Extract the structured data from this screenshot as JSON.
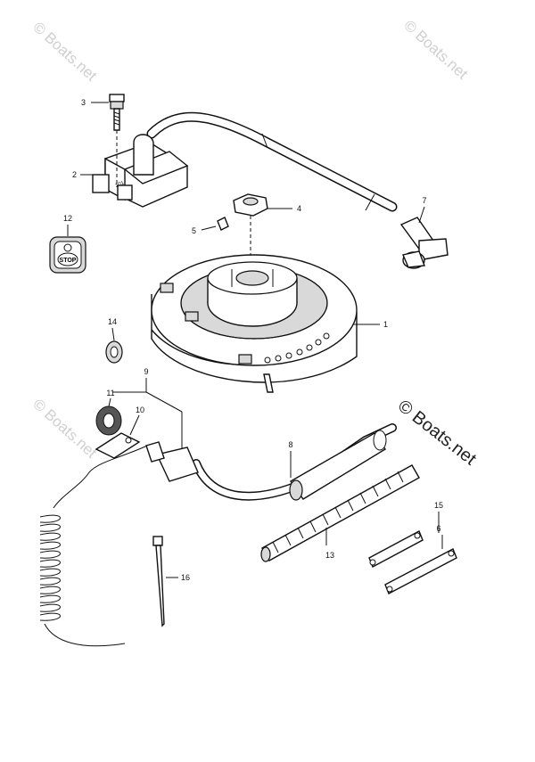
{
  "watermarks": {
    "top_left": "© Boats.net",
    "top_right": "© Boats.net",
    "mid_left": "© Boats.net",
    "mid_right": "© Boats.net"
  },
  "stop_plate_text": "STOP",
  "callouts": {
    "c1": "1",
    "c2": "2",
    "c3": "3",
    "c4": "4",
    "c5": "5",
    "c6": "6",
    "c7": "7",
    "c8": "8",
    "c9": "9",
    "c10": "10",
    "c11": "11",
    "c12": "12",
    "c13": "13",
    "c14": "14",
    "c15": "15",
    "c16": "16"
  }
}
